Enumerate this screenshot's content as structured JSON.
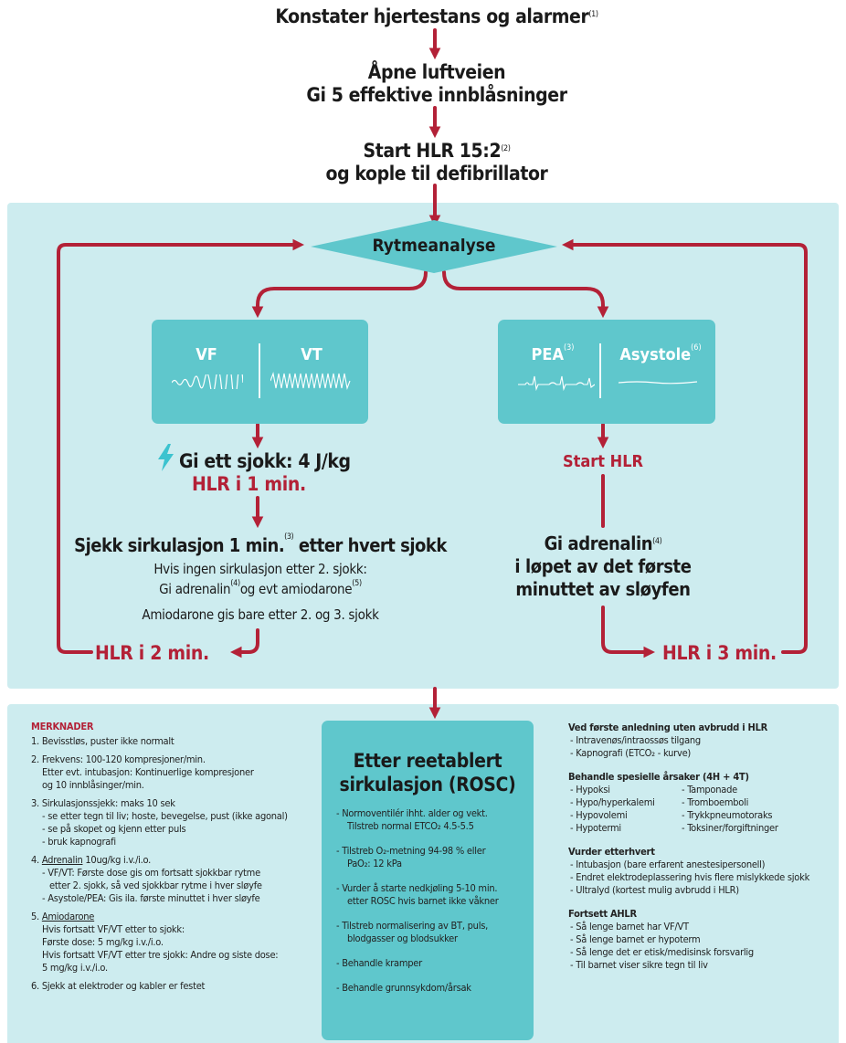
{
  "top": {
    "step1": "Konstater hjertestans og alarmer",
    "step1_ref": "(1)",
    "step2_line1": "Åpne luftveien",
    "step2_line2": "Gi 5 effektive innblåsninger",
    "step3_line1": "Start HLR 15:2",
    "step3_ref": "(2)",
    "step3_line2": "og kople til defibrillator"
  },
  "rhythm": {
    "label": "Rytmeanalyse",
    "shockable": {
      "vf": "VF",
      "vt": "VT"
    },
    "nonshockable": {
      "pea": "PEA",
      "pea_ref": "(3)",
      "asystole": "Asystole",
      "asystole_ref": "(6)"
    }
  },
  "left_branch": {
    "shock": "Gi ett sjokk: 4 J/kg",
    "hlr1": "HLR i 1 min.",
    "check_a": "Sjekk sirkulasjon 1 min.",
    "check_ref": "(3)",
    "check_b": "etter hvert sjokk",
    "line1": "Hvis ingen sirkulasjon etter 2. sjokk:",
    "line2_a": "Gi adrenalin",
    "line2_ref1": "(4)",
    "line2_b": "og evt amiodarone",
    "line2_ref2": "(5)",
    "line3": "Amiodarone gis bare etter 2. og 3. sjokk",
    "hlr2": "HLR i 2 min."
  },
  "right_branch": {
    "start": "Start HLR",
    "adr_line1": "Gi adrenalin",
    "adr_ref": "(4)",
    "adr_line2": "i løpet av det første",
    "adr_line3": "minuttet av sløyfen",
    "hlr3": "HLR i 3 min."
  },
  "notes": {
    "heading": "MERKNADER",
    "n1": "1. Bevisstløs, puster ikke normalt",
    "n2a": "2. Frekvens: 100-120 kompresjoner/min.",
    "n2b": "Etter evt. intubasjon: Kontinuerlige kompresjoner",
    "n2c": "og 10 innblåsinger/min.",
    "n3a": "3. Sirkulasjonssjekk: maks 10 sek",
    "n3b": "- se etter tegn til liv; hoste, bevegelse, pust (ikke agonal)",
    "n3c": "- se på skopet og kjenn etter puls",
    "n3d": "- bruk kapnografi",
    "n4_num": "4.",
    "n4_drug": "Adrenalin",
    "n4_dose": "10ug/kg i.v./i.o.",
    "n4b": "- VF/VT: Første dose gis om fortsatt sjokkbar rytme",
    "n4c": "etter 2. sjokk, så ved sjokkbar rytme i hver sløyfe",
    "n4d": "- Asystole/PEA: Gis ila. første minuttet i hver sløyfe",
    "n5_num": "5.",
    "n5_drug": "Amiodarone",
    "n5b": "Hvis fortsatt VF/VT etter to sjokk:",
    "n5c": "Første dose: 5 mg/kg i.v./i.o.",
    "n5d": "Hvis fortsatt VF/VT etter tre sjokk: Andre og siste dose:",
    "n5e": "5 mg/kg i.v./i.o.",
    "n6": "6. Sjekk at elektroder og kabler er festet"
  },
  "rosc": {
    "title1": "Etter reetablert",
    "title2": "sirkulasjon (ROSC)",
    "b1a": "- Normoventilér ihht. alder og vekt.",
    "b1b": "Tilstreb normal ETCO₂ 4.5-5.5",
    "b2a": "- Tilstreb O₂-metning 94-98 % eller",
    "b2b": "PaO₂: 12 kPa",
    "b3a": "- Vurder å starte nedkjøling 5-10 min.",
    "b3b": "etter ROSC hvis barnet ikke våkner",
    "b4a": "- Tilstreb normalisering av BT, puls,",
    "b4b": "blodgasser og blodsukker",
    "b5": "- Behandle kramper",
    "b6": "- Behandle grunnsykdom/årsak"
  },
  "right_notes": {
    "h1": "Ved første anledning uten avbrudd i HLR",
    "h1a": "- Intravenøs/intraossøs tilgang",
    "h1b": "- Kapnografi (ETCO₂ - kurve)",
    "h2": "Behandle spesielle årsaker (4H + 4T)",
    "h2_left": [
      "- Hypoksi",
      "- Hypo/hyperkalemi",
      "- Hypovolemi",
      "- Hypotermi"
    ],
    "h2_right": [
      "- Tamponade",
      "- Tromboemboli",
      "- Trykkpneumotoraks",
      "- Toksiner/forgiftninger"
    ],
    "h3": "Vurder etterhvert",
    "h3a": "- Intubasjon (bare erfarent anestesipersonell)",
    "h3b": "- Endret elektrodeplassering hvis flere mislykkede sjokk",
    "h3c": "- Ultralyd (kortest mulig avbrudd i HLR)",
    "h4": "Fortsett AHLR",
    "h4a": "- Så lenge barnet har VF/VT",
    "h4b": "- Så lenge barnet er hypoterm",
    "h4c": "- Så lenge det er etisk/medisinsk forsvarlig",
    "h4d": "- Til barnet viser sikre tegn til liv"
  },
  "colors": {
    "red": "#b32137",
    "panel": "#cdecef",
    "card": "#5fc7cc",
    "bolt": "#3cc3cf"
  }
}
